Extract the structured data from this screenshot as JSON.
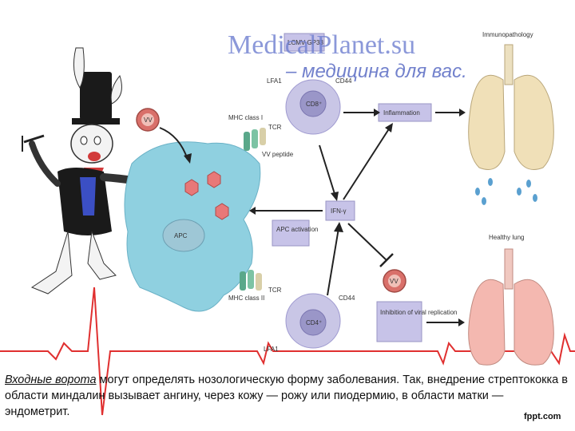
{
  "watermark": {
    "title": "MedicalPlanet.su",
    "subtitle": "– медицина для вас."
  },
  "diagram": {
    "immunopathology_title": "Immunopathology",
    "healthy_lung_title": "Healthy lung",
    "lcmv_label": "LCMV-GP33",
    "vv_label": "VV",
    "lfa1_top": "LFA1",
    "cd44_top": "CD44",
    "cd8_label": "CD8⁺",
    "mhc1_label": "MHC class I",
    "tcr_top": "TCR",
    "vv_peptide": "VV peptide",
    "inflammation_box": "Inflammation",
    "ifn_box": "IFN-γ",
    "apc_activation_box": "APC activation",
    "apc_label": "APC",
    "mhc2_label": "MHC class II",
    "tcr_bottom": "TCR",
    "cd44_bottom": "CD44",
    "cd4_label": "CD4⁺",
    "lfa1_bottom": "LFA1",
    "vv_bottom": "VV",
    "inhibition_box": "Inhibition of viral replication"
  },
  "caption": {
    "link_text": "Входные ворота",
    "rest": " могут определять нозологическую форму заболевания. Так, внедрение стрептококка в области миндалин вызывает ангину, через кожу — рожу или пиодермию, в области матки — эндометрит."
  },
  "footer_brand": "fppt.com",
  "colors": {
    "ecg_line": "#e03030",
    "apc_fill": "#8fd0e0",
    "tcell_fill": "#c9c6e6",
    "lung_sick": "#f0e0b8",
    "lung_healthy": "#f4b8b0",
    "virus": "#d9706a",
    "watermark": "#6f7fd0"
  }
}
